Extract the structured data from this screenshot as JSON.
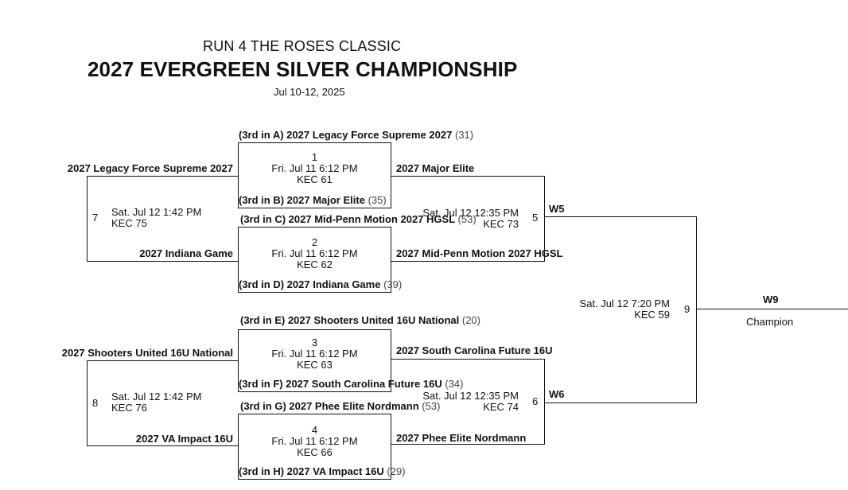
{
  "header": {
    "event": "RUN 4 THE ROSES CLASSIC",
    "division": "2027 EVERGREEN SILVER CHAMPIONSHIP",
    "dates": "Jul 10-12, 2025"
  },
  "round1": [
    {
      "num": "1",
      "time": "Fri. Jul 11 6:12 PM",
      "court": "KEC 61",
      "top": {
        "label": "(3rd in A) 2027 Legacy Force Supreme 2027",
        "seed": "(31)"
      },
      "bottom": {
        "label": "(3rd in B) 2027 Major Elite",
        "seed": "(35)"
      }
    },
    {
      "num": "2",
      "time": "Fri. Jul 11 6:12 PM",
      "court": "KEC 62",
      "top": {
        "label": "(3rd in C) 2027 Mid-Penn Motion 2027 HGSL",
        "seed": "(53)"
      },
      "bottom": {
        "label": "(3rd in D) 2027 Indiana Game",
        "seed": "(39)"
      }
    },
    {
      "num": "3",
      "time": "Fri. Jul 11 6:12 PM",
      "court": "KEC 63",
      "top": {
        "label": "(3rd in E) 2027 Shooters United 16U National",
        "seed": "(20)"
      },
      "bottom": {
        "label": "(3rd in F) 2027 South Carolina Future 16U",
        "seed": "(34)"
      }
    },
    {
      "num": "4",
      "time": "Fri. Jul 11 6:12 PM",
      "court": "KEC 66",
      "top": {
        "label": "(3rd in G) 2027 Phee Elite Nordmann",
        "seed": "(53)"
      },
      "bottom": {
        "label": "(3rd in H) 2027 VA Impact 16U",
        "seed": "(29)"
      }
    }
  ],
  "consolation": [
    {
      "num": "7",
      "time": "Sat. Jul 12 1:42 PM",
      "court": "KEC 75",
      "top": "2027 Legacy Force Supreme 2027",
      "bottom": "2027 Indiana Game"
    },
    {
      "num": "8",
      "time": "Sat. Jul 12 1:42 PM",
      "court": "KEC 76",
      "top": "2027 Shooters United 16U National",
      "bottom": "2027 VA Impact 16U"
    }
  ],
  "semis": [
    {
      "num": "5",
      "time": "Sat. Jul 12 12:35 PM",
      "court": "KEC 73",
      "top": "2027 Major Elite",
      "bottom": "2027 Mid-Penn Motion 2027 HGSL",
      "winner": "W5"
    },
    {
      "num": "6",
      "time": "Sat. Jul 12 12:35 PM",
      "court": "KEC 74",
      "top": "2027 South Carolina Future 16U",
      "bottom": "2027 Phee Elite Nordmann",
      "winner": "W6"
    }
  ],
  "final": {
    "num": "9",
    "time": "Sat. Jul 12 7:20 PM",
    "court": "KEC 59",
    "winner": "W9",
    "caption": "Champion"
  }
}
